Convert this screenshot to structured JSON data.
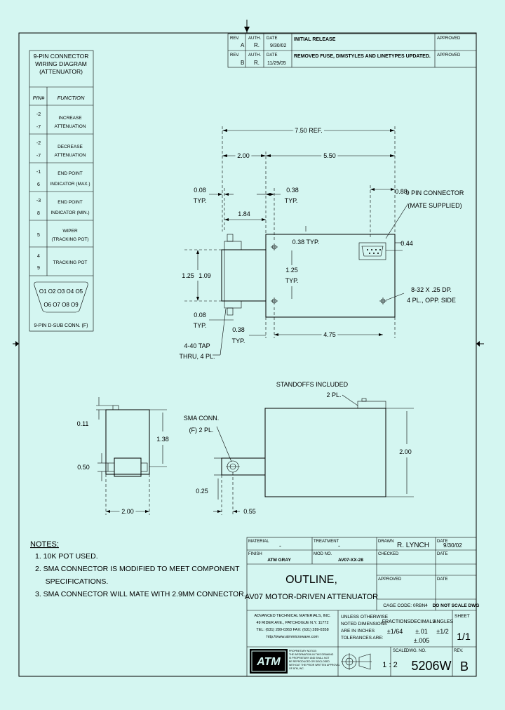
{
  "revisions": {
    "headers": {
      "rev": "REV.",
      "auth": "AUTH.",
      "date": "DATE",
      "approved": "APPROVED"
    },
    "rows": [
      {
        "rev": "A",
        "auth": "R.",
        "date": "9/30/02",
        "desc": "INITIAL RELEASE"
      },
      {
        "rev": "B",
        "auth": "R.",
        "date": "11/29/05",
        "desc": "REMOVED FUSE, DIMSTYLES AND LINETYPES UPDATED."
      }
    ]
  },
  "wiring": {
    "title_lines": [
      "9-PIN CONNECTOR",
      "WIRING DIAGRAM",
      "(ATTENUATOR)"
    ],
    "col_pin": "PIN#",
    "col_function": "FUNCTION",
    "rows": [
      {
        "pin": [
          "-2",
          "-7"
        ],
        "function": [
          "INCREASE",
          "ATTENUATION"
        ]
      },
      {
        "pin": [
          "-2",
          "-7"
        ],
        "function": [
          "DECREASE",
          "ATTENUATION"
        ]
      },
      {
        "pin": [
          "-1",
          "6"
        ],
        "function": [
          "END POINT",
          "INDICATOR (MAX.)"
        ]
      },
      {
        "pin": [
          "-3",
          "8"
        ],
        "function": [
          "END POINT",
          "INDICATOR (MIN.)"
        ]
      },
      {
        "pin": [
          "5"
        ],
        "function": [
          "WIPER",
          "(TRACKING POT)"
        ]
      },
      {
        "pin": [
          "4",
          "9"
        ],
        "function": [
          "TRACKING POT"
        ]
      }
    ],
    "dsub_top": "O1 O2 O3 O4 O5",
    "dsub_bottom": "O6 O7 O8 O9",
    "dsub_label": "9-PIN D-SUB CONN. (F)"
  },
  "dims": {
    "d750": "7.50 REF.",
    "d200a": "2.00",
    "d550": "5.50",
    "d008a": "0.08",
    "typ": "TYP.",
    "d038a": "0.38",
    "d088": "0.88",
    "conn1": "9 PIN CONNECTOR",
    "conn2": "(MATE SUPPLIED)",
    "d184": "1.84",
    "d038typ": "0.38 TYP.",
    "d044": "0.44",
    "d125a": "1.25",
    "d109": "1.09",
    "d125b": "1.25",
    "hole1": "8-32 X .25 DP.",
    "hole2": "4 PL., OPP. SIDE",
    "d008b": "0.08",
    "d038b": "0.38",
    "d475": "4.75",
    "tap1": "4-40 TAP",
    "tap2": "THRU, 4 PL.",
    "standoffs1": "STANDOFFS INCLUDED",
    "standoffs2": "2 PL.",
    "d011": "0.11",
    "d138": "1.38",
    "sma1": "SMA CONN.",
    "sma2": "(F) 2 PL.",
    "d200b": "2.00",
    "d050": "0.50",
    "d025": "0.25",
    "d055": "0.55",
    "d200c": "2.00"
  },
  "notes": {
    "title": "NOTES:",
    "items": [
      "1.  10K POT USED.",
      "2.  SMA CONNECTOR IS MODIFIED TO MEET COMPONENT",
      "     SPECIFICATIONS.",
      "3.  SMA CONNECTOR WILL MATE WITH 2.9MM CONNECTOR."
    ]
  },
  "title_block": {
    "material_label": "MATERIAL",
    "material": "-",
    "treatment_label": "TREATMENT",
    "treatment": "-",
    "finish_label": "FINISH",
    "finish": "ATM GRAY",
    "model_label": "MOD NO.",
    "model": "AV07-XX-28",
    "drawn_label": "DRAWN",
    "drawn": "R. LYNCH",
    "date_label": "DATE",
    "drawn_date": "9/30/02",
    "checked_label": "CHECKED",
    "approved_label": "APPROVED",
    "title1": "OUTLINE,",
    "title2": "AV07 MOTOR-DRIVEN ATTENUATOR",
    "cage": "CAGE CODE: 0RBN4",
    "noscale": "DO NOT SCALE DWG",
    "company": [
      "ADVANCED TECHNICAL MATERIALS, INC.",
      "49 RIDER AVE., PATCHOGUE N.Y. 11772",
      "TEL: (631) 289-0363  FAX: (631) 289-0358",
      "http://www.atmmicrowave.com"
    ],
    "tol_lines": [
      "UNLESS OTHERWISE",
      "NOTED DIMENSIONS",
      "ARE IN INCHES",
      "TOLERANCES ARE:"
    ],
    "fractions_label": "FRACTIONS",
    "fractions": "±1/64",
    "decimals_label": "DECIMALS",
    "dec1": "±.01",
    "dec2": "±.005",
    "angles_label": "ANGLES",
    "angles": "±1/2",
    "sheet_label": "SHEET",
    "sheet": "1/1",
    "logo": "ATM",
    "prop": [
      "PROPRIETARY NOTICE:",
      "THE INFORMATION IN THIS DRAWING",
      "IS PROPRIETARY AND SHALL NOT",
      "BE REPRODUCED OR DISCLOSED",
      "WITHOUT THE PRIOR WRITTEN APPROVAL",
      "OF ATM, INC."
    ],
    "scale_label": "SCALE",
    "scale": "1 : 2",
    "dwg_label": "DWG. NO.",
    "dwg": "5206W",
    "rev_label": "REV.",
    "rev": "B"
  }
}
